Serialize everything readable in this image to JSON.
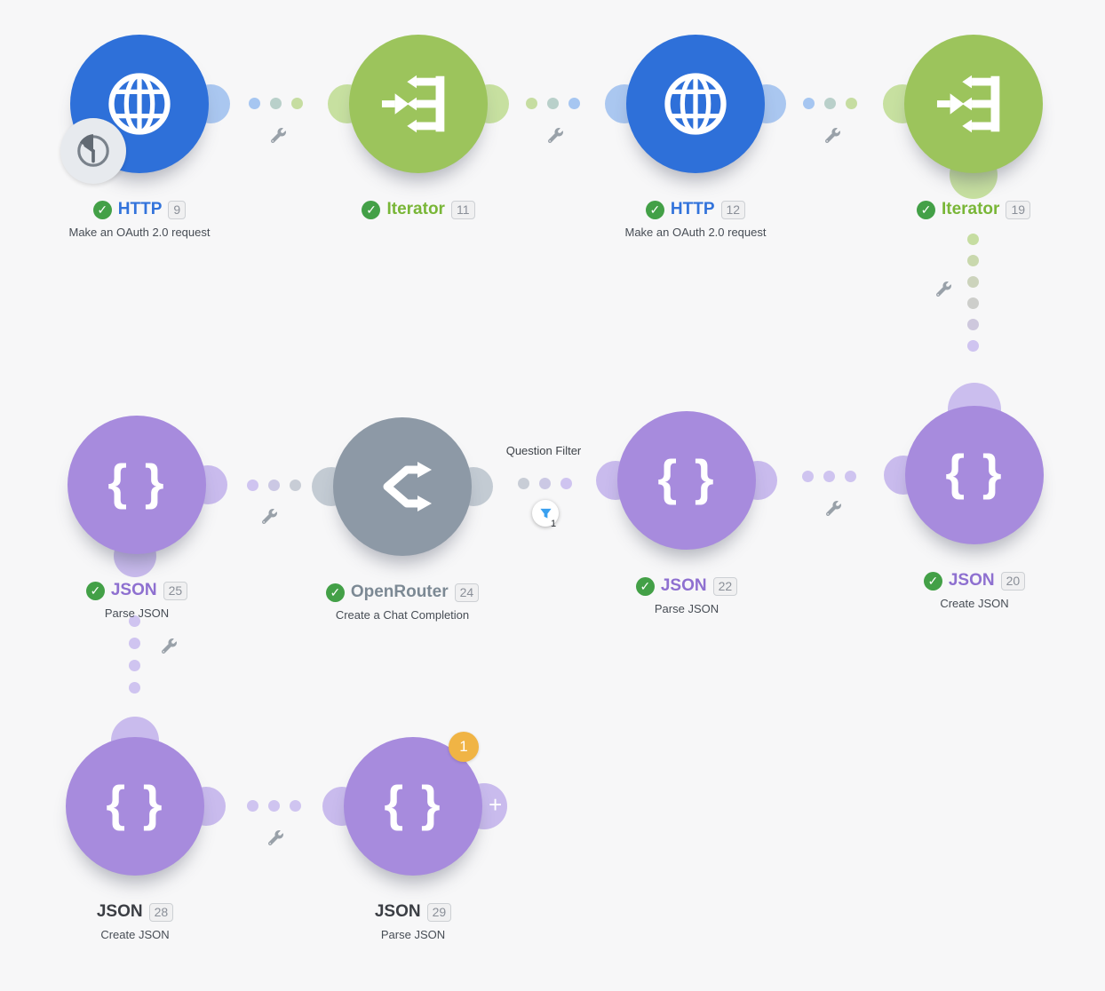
{
  "colors": {
    "background": "#f7f7f8",
    "http_blue": "#2e70d9",
    "iterator_green": "#9cc45c",
    "json_purple": "#a78bdd",
    "openrouter_gray": "#8d99a6",
    "success_green": "#43a047",
    "notification_orange": "#f0b445",
    "filter_blue": "#3aa0ef"
  },
  "glyphs": {
    "check": "✓",
    "braces": "{ }",
    "plus": "+"
  },
  "modules": [
    {
      "id": "http-9",
      "app": "HTTP",
      "name": "HTTP",
      "number": "9",
      "subtitle": "Make an OAuth 2.0 request",
      "icon": "globe-icon",
      "completed": true,
      "scheduled": true
    },
    {
      "id": "iterator-11",
      "app": "Iterator",
      "name": "Iterator",
      "number": "11",
      "subtitle": "",
      "icon": "iterator-icon",
      "completed": true
    },
    {
      "id": "http-12",
      "app": "HTTP",
      "name": "HTTP",
      "number": "12",
      "subtitle": "Make an OAuth 2.0 request",
      "icon": "globe-icon",
      "completed": true
    },
    {
      "id": "iterator-19",
      "app": "Iterator",
      "name": "Iterator",
      "number": "19",
      "subtitle": "",
      "icon": "iterator-icon",
      "completed": true
    },
    {
      "id": "json-25",
      "app": "JSON",
      "name": "JSON",
      "number": "25",
      "subtitle": "Parse JSON",
      "icon": "curly-braces-icon",
      "completed": true
    },
    {
      "id": "openrouter-24",
      "app": "OpenRouter",
      "name": "OpenRouter",
      "number": "24",
      "subtitle": "Create a Chat Completion",
      "icon": "fork-arrows-icon",
      "completed": true
    },
    {
      "id": "json-22",
      "app": "JSON",
      "name": "JSON",
      "number": "22",
      "subtitle": "Parse JSON",
      "icon": "curly-braces-icon",
      "completed": true
    },
    {
      "id": "json-20",
      "app": "JSON",
      "name": "JSON",
      "number": "20",
      "subtitle": "Create JSON",
      "icon": "curly-braces-icon",
      "completed": true
    },
    {
      "id": "json-28",
      "app": "JSON",
      "name": "JSON",
      "number": "28",
      "subtitle": "Create JSON",
      "icon": "curly-braces-icon",
      "completed": false
    },
    {
      "id": "json-29",
      "app": "JSON",
      "name": "JSON",
      "number": "29",
      "subtitle": "Parse JSON",
      "icon": "curly-braces-icon",
      "completed": false,
      "notification_count": "1"
    }
  ],
  "filter": {
    "label": "Question Filter",
    "count": "1"
  }
}
